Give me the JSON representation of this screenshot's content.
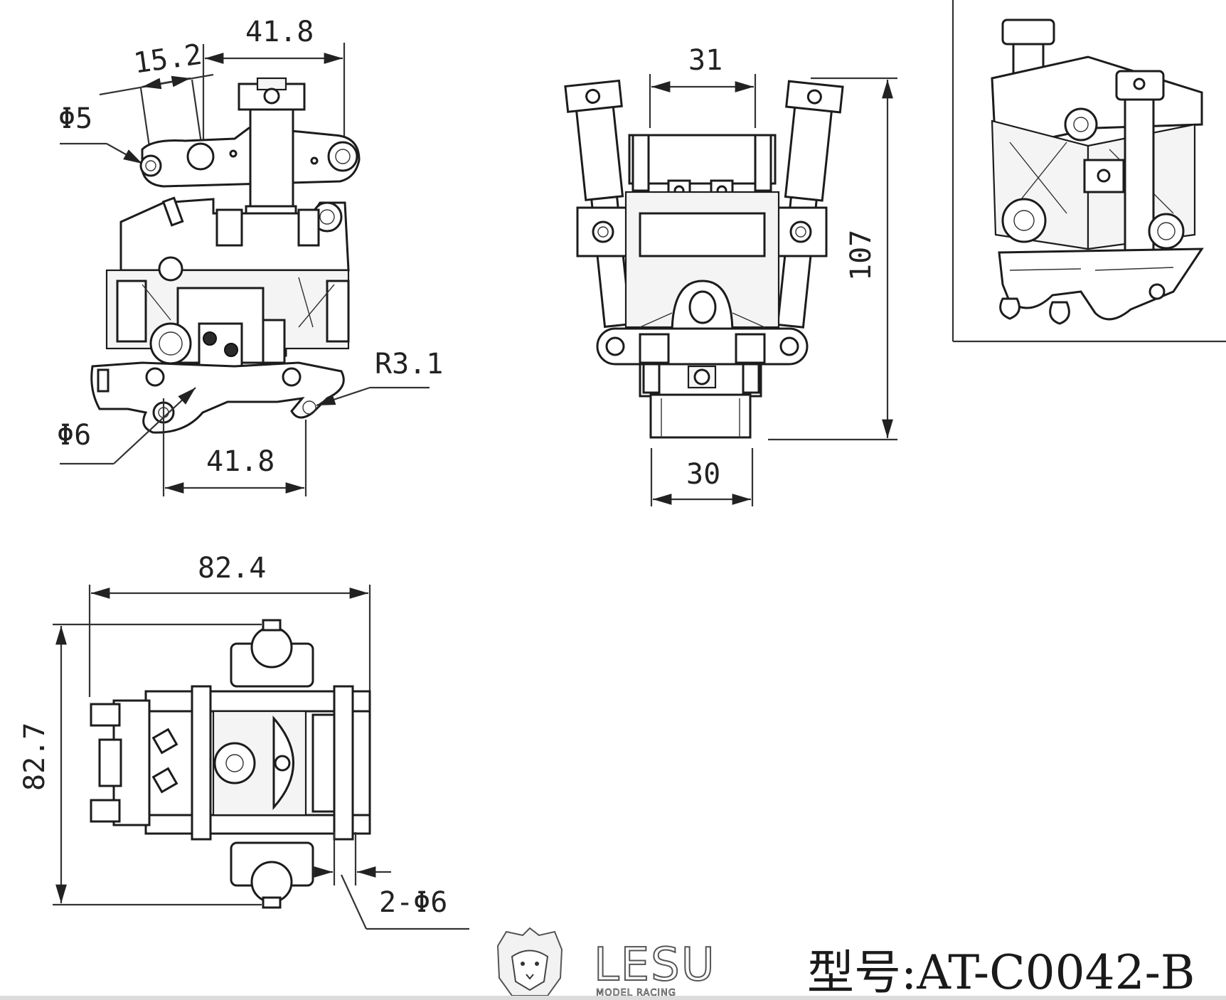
{
  "dimensions": {
    "side_top_width": "41.8",
    "side_hole_spacing": "15.2",
    "side_pin_hole": "Φ5",
    "side_radius": "R3.1",
    "side_lower_hole": "Φ6",
    "side_bottom_width": "41.8",
    "front_top_width": "31",
    "front_height": "107",
    "front_bottom_width": "30",
    "top_width": "82.4",
    "top_depth": "82.7",
    "top_holes": "2-Φ6"
  },
  "brand": {
    "name": "LESU",
    "tagline": "MODEL RACING",
    "model_label": "型号:AT-C0042-B"
  },
  "icons": {
    "logo_emblem": "lion-head-icon"
  }
}
